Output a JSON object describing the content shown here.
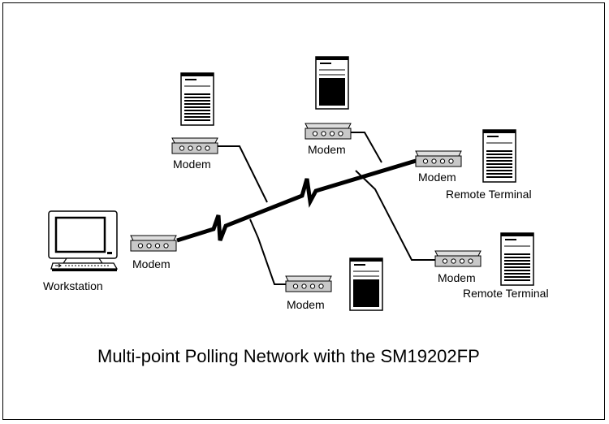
{
  "labels": {
    "workstation": "Workstation",
    "modem": "Modem",
    "remote_terminal": "Remote Terminal"
  },
  "caption": "Multi-point Polling Network with the SM19202FP"
}
